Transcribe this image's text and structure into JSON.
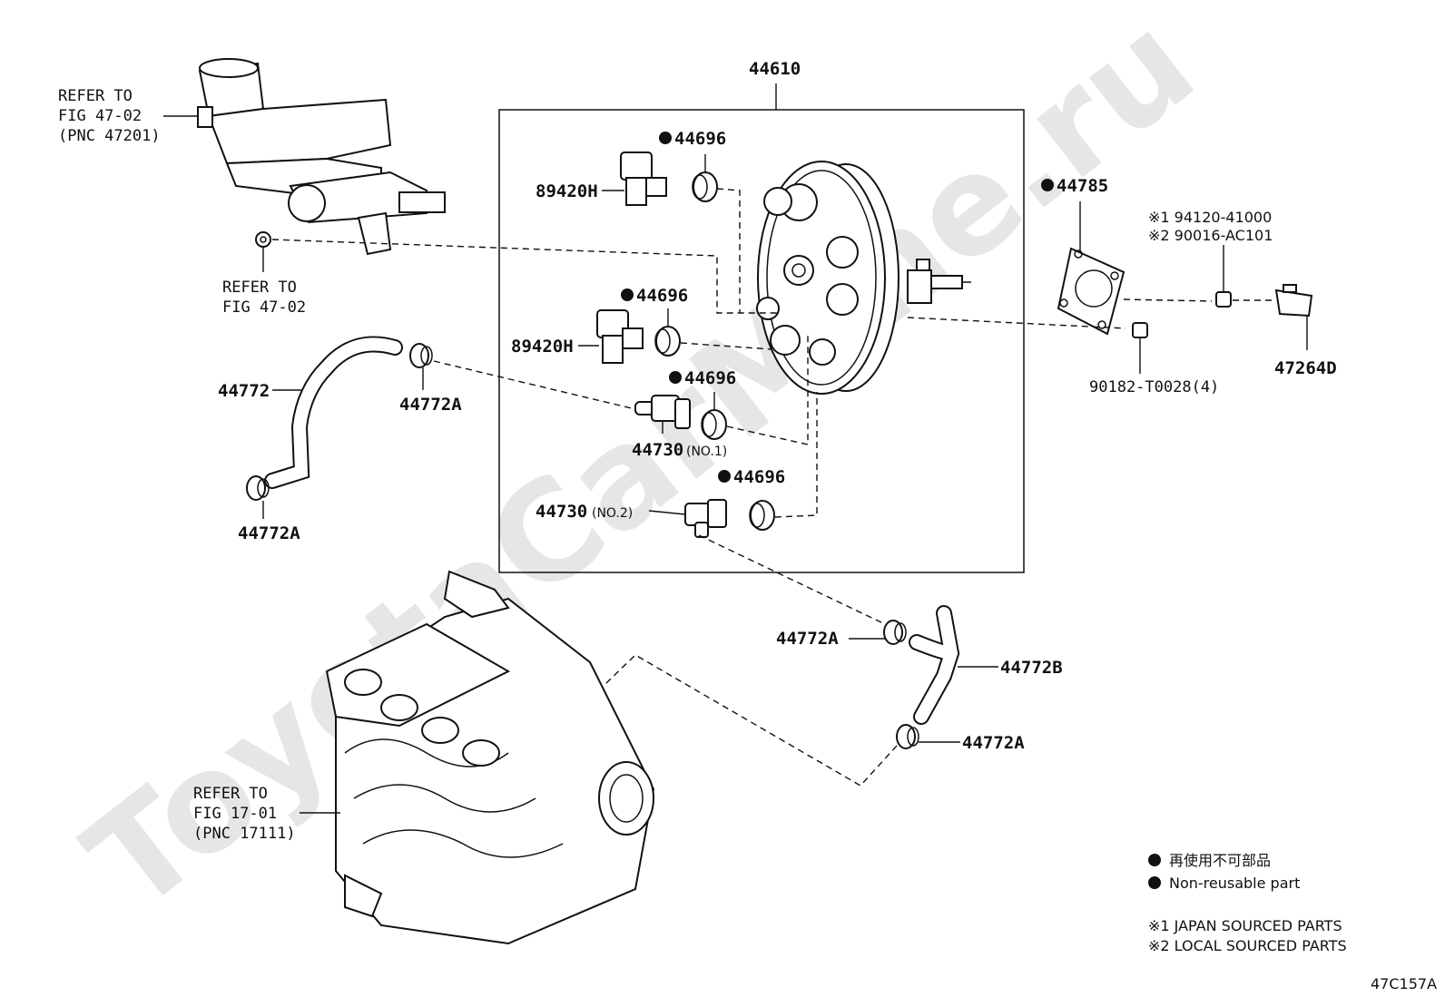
{
  "watermark": "ToyotaCarMine.ru",
  "callouts": {
    "booster_assembly": "44610",
    "master_cyl_ref": [
      "REFER TO",
      "FIG 47-02",
      "(PNC 47201)"
    ],
    "master_cyl_nut_ref": [
      "REFER TO",
      "FIG 47-02"
    ],
    "intake_manifold_ref": [
      "REFER TO",
      "FIG 17-01",
      "(PNC 17111)"
    ],
    "sensor_1": "89420H",
    "sensor_2": "89420H",
    "grommet_1": "44696",
    "grommet_2": "44696",
    "grommet_3": "44696",
    "grommet_4": "44696",
    "gasket": "44785",
    "nut_note_1": "※1 94120-41000",
    "nut_note_2": "※2 90016-AC101",
    "bracket": "47264D",
    "nut_booster": "90182-T0028(4)",
    "hose_left": "44772",
    "clamp_left_top": "44772A",
    "clamp_left_bottom": "44772A",
    "check_valve_1": "44730",
    "check_valve_1_suffix": "(NO.1)",
    "check_valve_2": "44730",
    "check_valve_2_suffix": "(NO.2)",
    "clamp_right_top": "44772A",
    "hose_right": "44772B",
    "clamp_right_bottom": "44772A"
  },
  "legend": {
    "non_reusable_jp": "再使用不可部品",
    "non_reusable_en": "Non-reusable part",
    "note_1": "※1 JAPAN SOURCED PARTS",
    "note_2": "※2 LOCAL SOURCED PARTS"
  },
  "figure_code": "47C157A"
}
